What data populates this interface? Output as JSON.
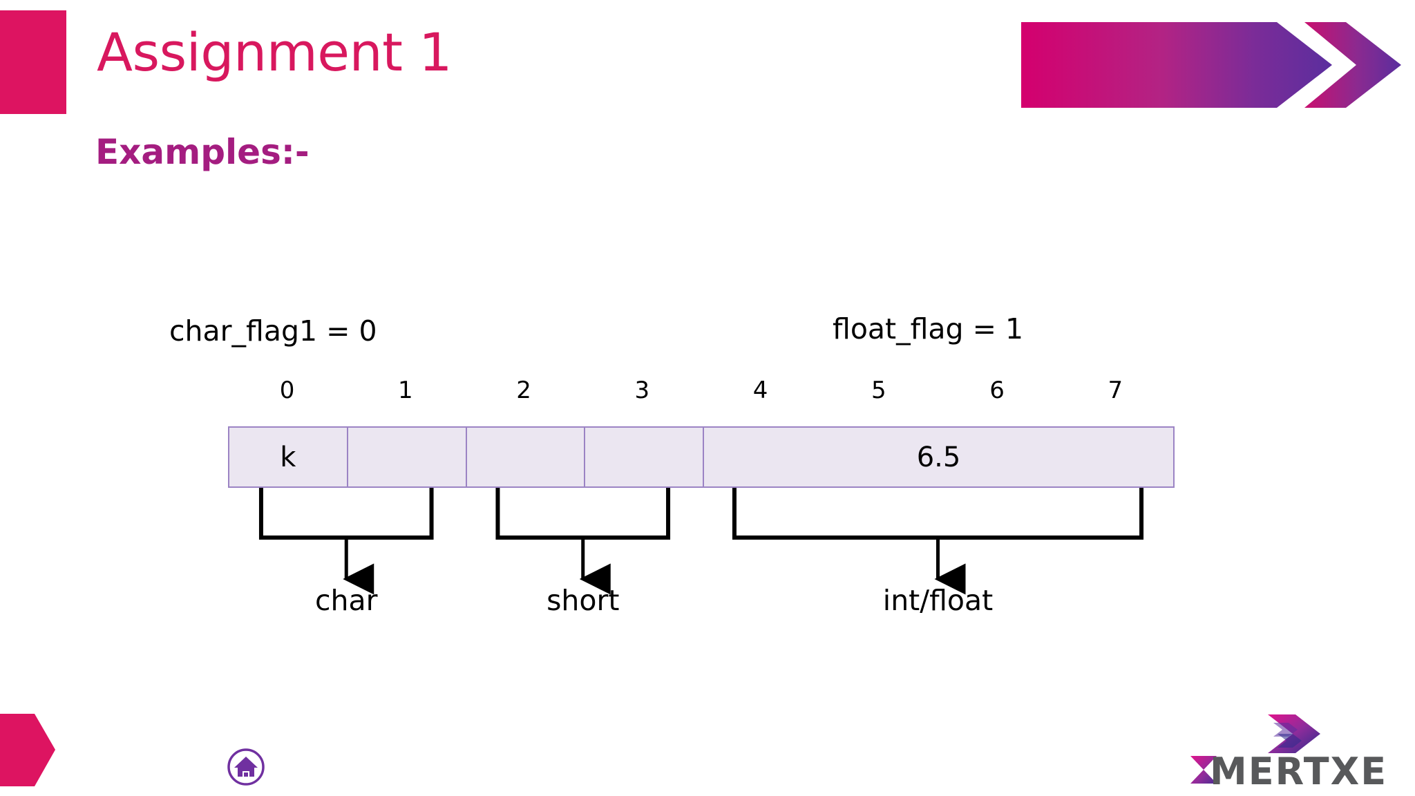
{
  "slide": {
    "title": "Assignment 1",
    "subtitle": "Examples:-",
    "accent_pink": "#DD1461",
    "title_pink": "#D8185E",
    "subtitle_purple": "#A41D80",
    "cell_fill": "#EBE6F1",
    "cell_border": "#9B83C4",
    "home_icon_purple": "#7030A0"
  },
  "diagram": {
    "type": "memory-layout",
    "left_flag": "char_flag1 = 0",
    "right_flag": "float_flag = 1",
    "indices": [
      "0",
      "1",
      "2",
      "3",
      "4",
      "5",
      "6",
      "7"
    ],
    "cells": [
      {
        "value": "k",
        "span": 1
      },
      {
        "value": "",
        "span": 1
      },
      {
        "value": "",
        "span": 1
      },
      {
        "value": "",
        "span": 1
      },
      {
        "value": "6.5",
        "span": 4
      }
    ],
    "groups": [
      {
        "label": "char",
        "from_index": 0,
        "to_index": 1
      },
      {
        "label": "short",
        "from_index": 2,
        "to_index": 3
      },
      {
        "label": "int/float",
        "from_index": 4,
        "to_index": 7
      }
    ]
  },
  "footer": {
    "home_icon": "home-icon",
    "brand_name": "MERTXE",
    "brand_sigma": "Σ"
  }
}
